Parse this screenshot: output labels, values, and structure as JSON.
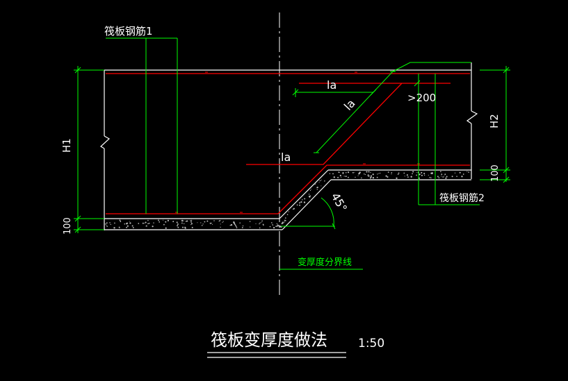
{
  "title": "筏板变厚度做法",
  "scale": "1:50",
  "labels": {
    "rebar1": "筏板钢筋1",
    "rebar2": "筏板钢筋2",
    "boundary": "变厚度分界线",
    "h1": "H1",
    "h2": "H2",
    "cover_left": "100",
    "cover_right": "100",
    "la_top": "la",
    "la_diag": "la",
    "la_bottom": "la",
    "gt200": ">200",
    "angle": "45°"
  },
  "colors": {
    "background": "#000000",
    "line": "#ffffff",
    "dimension": "#00ff00",
    "rebar": "#ff0000",
    "annotation": "#00ff00"
  }
}
